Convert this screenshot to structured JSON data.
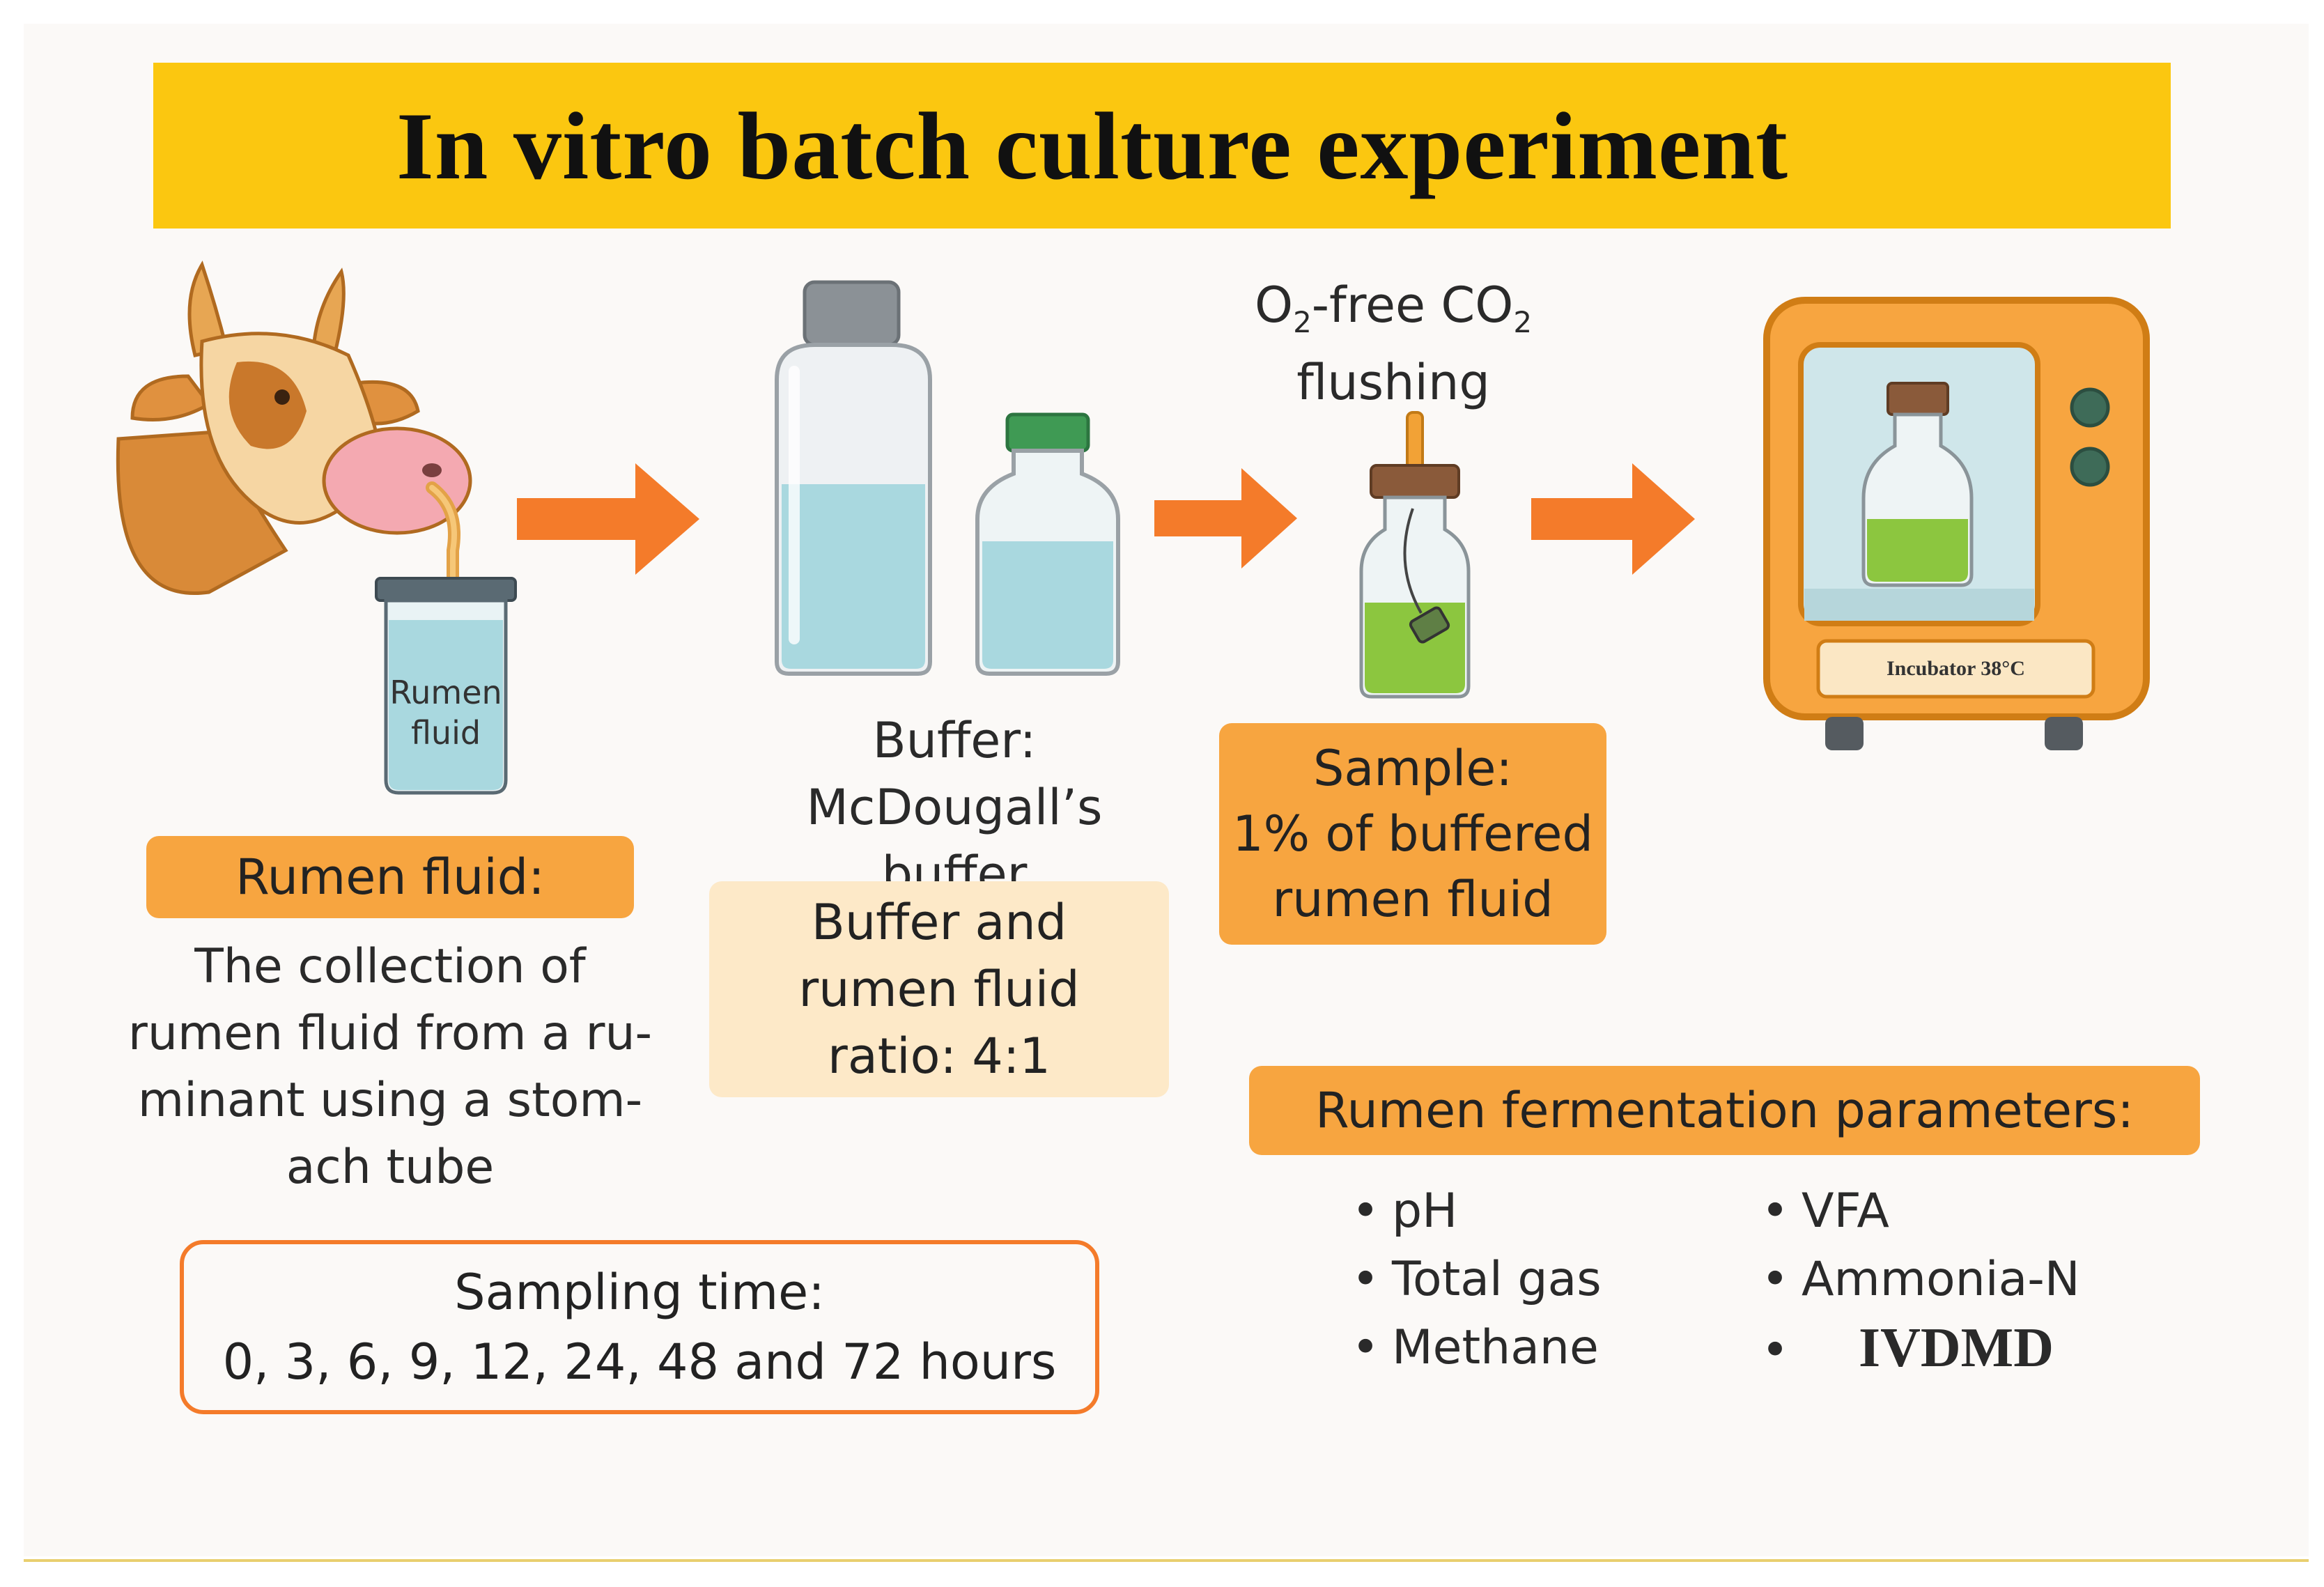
{
  "title": "In vitro batch culture experiment",
  "jar_label_line1": "Rumen",
  "jar_label_line2": "fluid",
  "gas": {
    "line1_prefix": "O",
    "line1_sub1": "2",
    "line1_mid": "-free CO",
    "line1_sub2": "2",
    "line2": "flushing"
  },
  "incubator_label": "Incubator 38°C",
  "buffer": {
    "heading": "Buffer:",
    "name": "McDougall’s buffer"
  },
  "rumen_fluid": {
    "heading": "Rumen fluid:",
    "description_lines": [
      "The collection of",
      "rumen fluid from a ru-",
      "minant using a stom-",
      "ach tube"
    ]
  },
  "ratio": {
    "lines": [
      "Buffer and",
      "rumen fluid",
      "ratio: 4:1"
    ]
  },
  "sample": {
    "heading": "Sample:",
    "lines": [
      "1% of buffered",
      "rumen fluid"
    ]
  },
  "sampling": {
    "heading": "Sampling time:",
    "values": "0, 3, 6, 9, 12, 24, 48 and 72 hours"
  },
  "parameters": {
    "heading": "Rumen fermentation parameters:",
    "left": [
      "pH",
      "Total gas",
      "Methane"
    ],
    "right": [
      "VFA",
      "Ammonia-N"
    ],
    "right_serif": "IVDMD"
  },
  "colors": {
    "banner": "#fbc710",
    "orange": "#f7a540",
    "arrow": "#f47b2a",
    "light_orange": "#fde9c8",
    "liquid_blue": "#a9d8df",
    "liquid_green": "#8cc63f"
  },
  "icons": [
    "cow-head-icon",
    "rumen-fluid-jar-icon",
    "flow-arrow-icon",
    "buffer-bottle-icon",
    "gas-flush-bottle-icon",
    "incubator-icon"
  ]
}
